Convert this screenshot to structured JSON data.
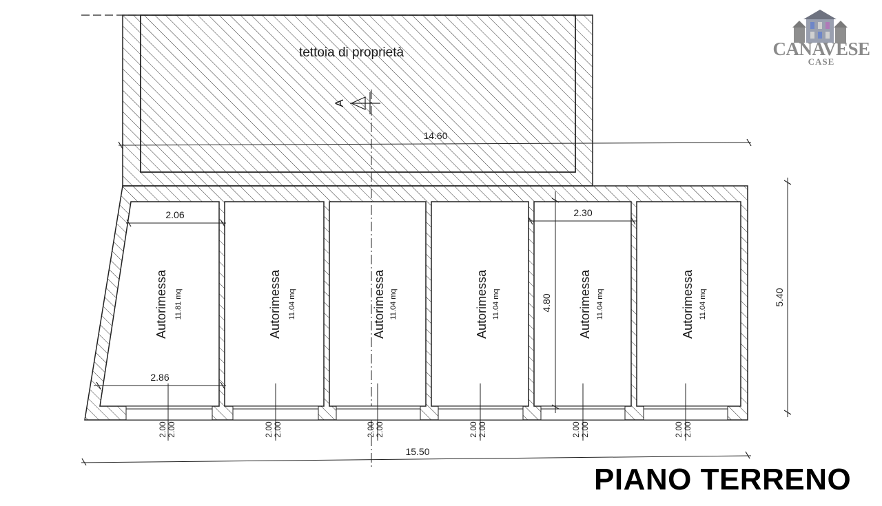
{
  "logo": {
    "word": "CANAVESE",
    "sub": "CASE",
    "icon": "houses-icon"
  },
  "drawing_title": "PIANO TERRENO",
  "canopy": {
    "label": "tettoia di proprietà",
    "section_marker": "A"
  },
  "dimensions": {
    "canopy_width": "14.60",
    "total_width": "15.50",
    "block_depth": "5.40",
    "room_depth": "4.80",
    "first_top_width": "2.06",
    "first_bottom_width": "2.86",
    "fifth_top_width": "2.30"
  },
  "garages": [
    {
      "name": "Autorimessa",
      "area": "11.81 mq",
      "door_a": "2.00",
      "door_b": "2.00"
    },
    {
      "name": "Autorimessa",
      "area": "11.04 mq",
      "door_a": "2.00",
      "door_b": "2.00"
    },
    {
      "name": "Autorimessa",
      "area": "11.04 mq",
      "door_a": "2.00",
      "door_b": "2.00"
    },
    {
      "name": "Autorimessa",
      "area": "11.04 mq",
      "door_a": "2.00",
      "door_b": "2.00"
    },
    {
      "name": "Autorimessa",
      "area": "11.04 mq",
      "door_a": "2.00",
      "door_b": "2.00"
    },
    {
      "name": "Autorimessa",
      "area": "11.04 mq",
      "door_a": "2.00",
      "door_b": "2.00"
    }
  ]
}
